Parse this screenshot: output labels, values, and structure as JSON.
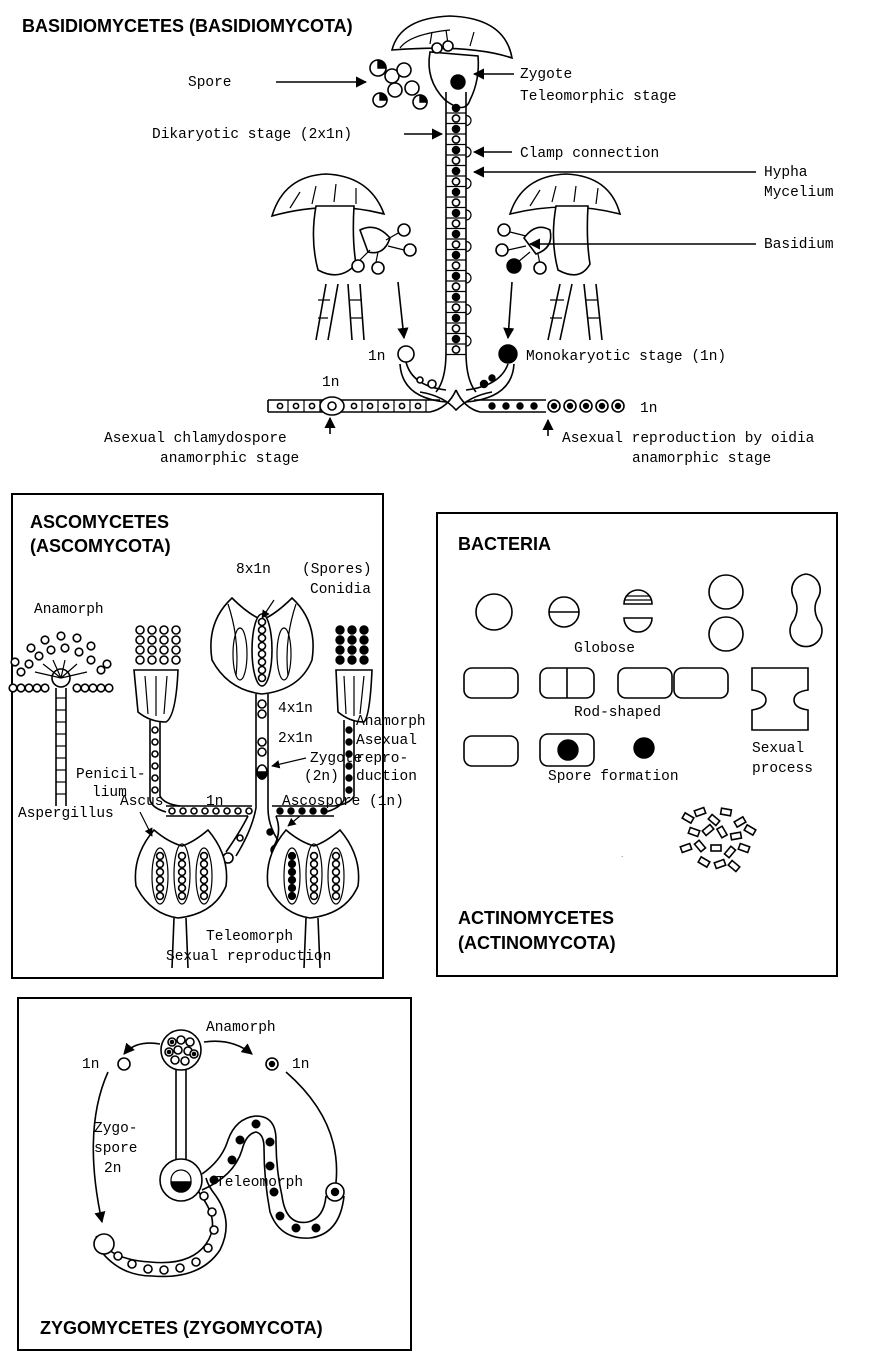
{
  "basidio": {
    "title": "BASIDIOMYCETES (BASIDIOMYCOTA)",
    "spore": "Spore",
    "zygote": "Zygote",
    "teleomorphic": "Teleomorphic stage",
    "dikaryotic": "Dikaryotic stage (2x1n)",
    "clamp": "Clamp connection",
    "hypha": "Hypha",
    "mycelium": "Mycelium",
    "basidium": "Basidium",
    "ln_left": "1n",
    "monokaryotic": "Monokaryotic stage (1n)",
    "ln_mid": "1n",
    "ln_right": "1n",
    "chlamydo_1": "Asexual chlamydospore",
    "chlamydo_2": "anamorphic stage",
    "oidia_1": "Asexual reproduction by oidia",
    "oidia_2": "anamorphic stage"
  },
  "asco": {
    "title_1": "ASCOMYCETES",
    "title_2": "(ASCOMYCOTA)",
    "n8": "8x1n",
    "spores": "(Spores)",
    "conidia": "Conidia",
    "anamorph": "Anamorph",
    "n4": "4x1n",
    "n2": "2x1n",
    "zygote": "Zygote",
    "zygote_2n": "(2n)",
    "anamorph_r": "Anamorph",
    "asexual_1": "Asexual",
    "asexual_2": "repro-",
    "asexual_3": "duction",
    "penicil_1": "Penicil-",
    "penicil_2": "lium",
    "aspergillus": "Aspergillus",
    "ascus": "Ascus",
    "ln": "1n",
    "ascospore": "Ascospore (1n)",
    "teleomorph": "Teleomorph",
    "sexual": "Sexual reproduction"
  },
  "bacteria": {
    "title": "BACTERIA",
    "globose": "Globose",
    "rod": "Rod-shaped",
    "spore": "Spore formation",
    "sexual_1": "Sexual",
    "sexual_2": "process",
    "actino_1": "ACTINOMYCETES",
    "actino_2": "(ACTINOMYCOTA)"
  },
  "zygo": {
    "anamorph": "Anamorph",
    "ln_left": "1n",
    "ln_right": "1n",
    "zygospore_1": "Zygo-",
    "zygospore_2": "spore",
    "zygospore_3": "2n",
    "teleomorph": "Teleomorph",
    "title": "ZYGOMYCETES (ZYGOMYCOTA)"
  }
}
